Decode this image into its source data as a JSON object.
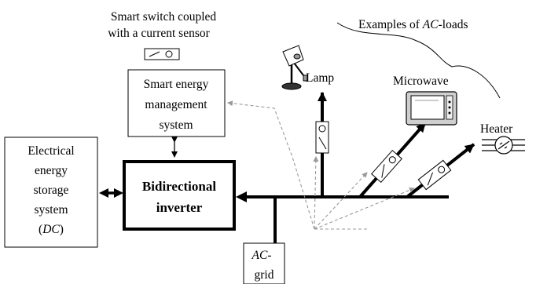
{
  "title": "",
  "labels": {
    "smart_switch": [
      "Smart switch coupled",
      "with a current sensor"
    ],
    "examples_prefix": "Examples of ",
    "examples_ac": "AC",
    "examples_suffix": "-loads",
    "management": [
      "Smart energy",
      "management",
      "system"
    ],
    "storage": [
      "Electrical",
      "energy",
      "storage",
      "system"
    ],
    "storage_dc": "DC",
    "inverter": [
      "Bidirectional",
      "inverter"
    ],
    "grid_ac": "AC",
    "grid_line1_suffix": "-",
    "grid_line2": "grid",
    "lamp": "Lamp",
    "microwave": "Microwave",
    "heater": "Heater"
  },
  "colors": {
    "line": "#000000",
    "dashed_signal": "#999999",
    "microwave_body": "#cfcfcf"
  },
  "icons": [
    "switch-sensor-icon",
    "lamp-icon",
    "microwave-icon",
    "heater-icon"
  ]
}
